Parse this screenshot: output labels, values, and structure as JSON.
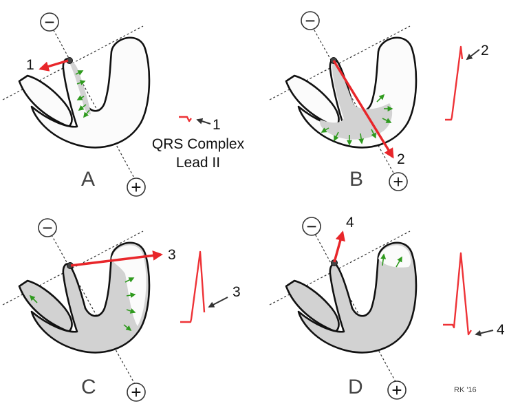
{
  "caption": {
    "line1": "QRS Complex",
    "line2": "Lead II"
  },
  "panels": [
    {
      "letter": "A",
      "vector_label": "1",
      "trace_label": "1"
    },
    {
      "letter": "B",
      "vector_label": "2",
      "trace_label": "2"
    },
    {
      "letter": "C",
      "vector_label": "3",
      "trace_label": "3"
    },
    {
      "letter": "D",
      "vector_label": "4",
      "trace_label": "4"
    }
  ],
  "axis_signs": {
    "negative": "−",
    "positive": "+"
  },
  "credit": "RK '16",
  "colors": {
    "vector": "#e8262a",
    "trace": "#ee3236",
    "local_arrow": "#2f9a1e",
    "depolarized": "#d2d2d2",
    "undepolarized": "#fbfbfb",
    "outline": "#111111",
    "pointer": "#333333"
  },
  "icons": {
    "vector": "red-arrow",
    "local": "green-arrow",
    "pointer": "gray-arrow",
    "terminal_negative": "minus-circle",
    "terminal_positive": "plus-circle"
  }
}
